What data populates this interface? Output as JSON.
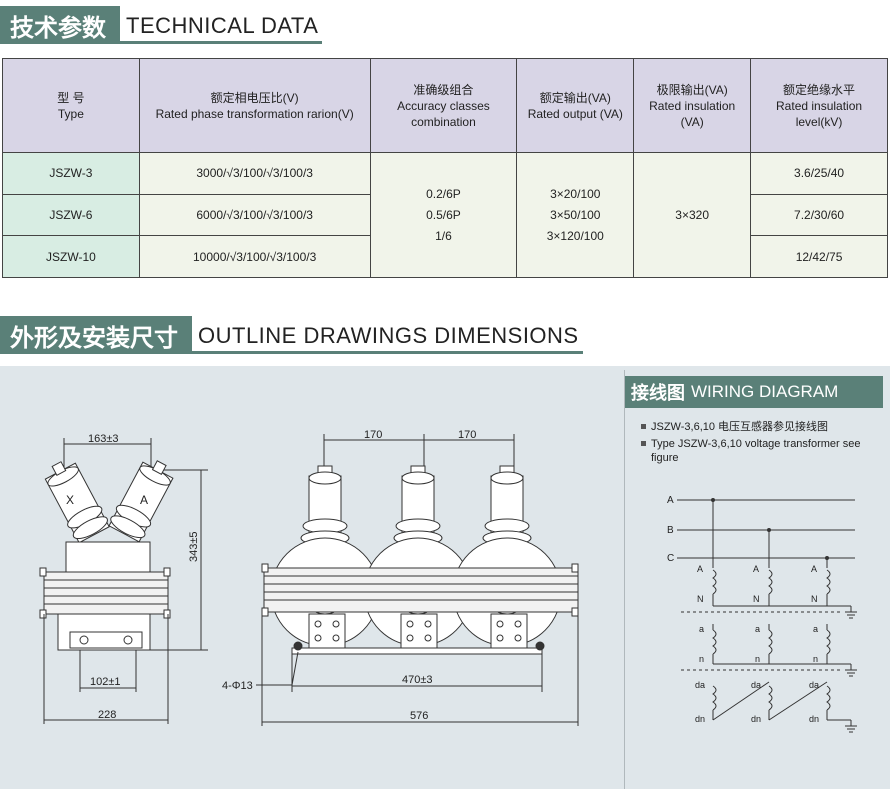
{
  "tech_header": {
    "cn": "技术参数",
    "en": "TECHNICAL DATA"
  },
  "outline_header": {
    "cn": "外形及安装尺寸",
    "en": "OUTLINE  DRAWINGS  DIMENSIONS"
  },
  "table": {
    "headers": [
      {
        "cn": "型  号",
        "en": "Type"
      },
      {
        "cn": "额定相电压比(V)",
        "en": "Rated phase transformation rarion(V)"
      },
      {
        "cn": "准确级组合",
        "en": "Accuracy classes combination"
      },
      {
        "cn": "额定输出(VA)",
        "en": "Rated output (VA)"
      },
      {
        "cn": "极限输出(VA)",
        "en": "Rated insulation (VA)"
      },
      {
        "cn": "额定绝缘水平",
        "en": "Rated insulation level(kV)"
      }
    ],
    "rows": [
      {
        "type": "JSZW-3",
        "ratio": "3000/√3/100/√3/100/3",
        "insulation": "3.6/25/40"
      },
      {
        "type": "JSZW-6",
        "ratio": "6000/√3/100/√3/100/3",
        "insulation": "7.2/30/60"
      },
      {
        "type": "JSZW-10",
        "ratio": "10000/√3/100/√3/100/3",
        "insulation": "12/42/75"
      }
    ],
    "accuracy": [
      "0.2/6P",
      "0.5/6P",
      "1/6"
    ],
    "output": [
      "3×20/100",
      "3×50/100",
      "3×120/100"
    ],
    "limit": "3×320"
  },
  "dimensions": {
    "side_top": "163±3",
    "side_height": "343±5",
    "side_bottom_inner": "102±1",
    "side_bottom": "228",
    "front_spacing_1": "170",
    "front_spacing_2": "170",
    "holes": "4-Φ13",
    "front_inner": "470±3",
    "front_total": "576",
    "bushing_x": "X",
    "bushing_a": "A"
  },
  "wiring": {
    "title_cn": "接线图",
    "title_en": "WIRING  DIAGRAM",
    "notes": [
      "JSZW-3,6,10  电压互感器参见接线图",
      "Type JSZW-3,6,10  voltage transformer see figure"
    ],
    "phases": [
      "A",
      "B",
      "C"
    ],
    "primary": [
      "A",
      "N"
    ],
    "secondary": [
      "a",
      "n"
    ],
    "residual": [
      "da",
      "dn"
    ]
  }
}
